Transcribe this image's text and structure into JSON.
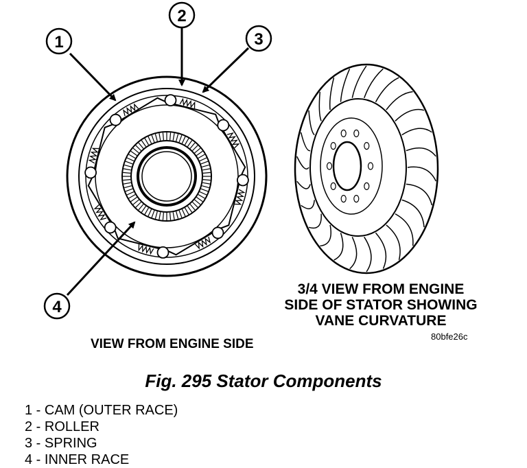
{
  "callouts": {
    "c1": "1",
    "c2": "2",
    "c3": "3",
    "c4": "4"
  },
  "captions": {
    "right": [
      "3/4 VIEW FROM ENGINE",
      "SIDE OF STATOR SHOWING",
      "VANE CURVATURE"
    ],
    "left": "VIEW FROM ENGINE SIDE"
  },
  "image_code": "80bfe26c",
  "figure_title": "Fig. 295 Stator Components",
  "legend": [
    "1 - CAM (OUTER RACE)",
    "2 - ROLLER",
    "3 - SPRING",
    "4 - INNER RACE"
  ]
}
